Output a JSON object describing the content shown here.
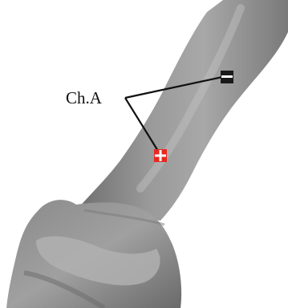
{
  "channel_label": "Ch.A",
  "electrodes": [
    {
      "id": "negative",
      "polarity": "-",
      "color": "#1a1a1a",
      "symbol_color": "#ffffff",
      "icon": "minus-icon"
    },
    {
      "id": "positive",
      "polarity": "+",
      "color": "#e8281e",
      "symbol_color": "#ffffff",
      "icon": "plus-icon"
    }
  ],
  "colors": {
    "skin_mid": "#8c8c8c",
    "skin_light": "#b4b4b4",
    "skin_dark": "#5a5a5a",
    "lead_line": "#111111"
  }
}
